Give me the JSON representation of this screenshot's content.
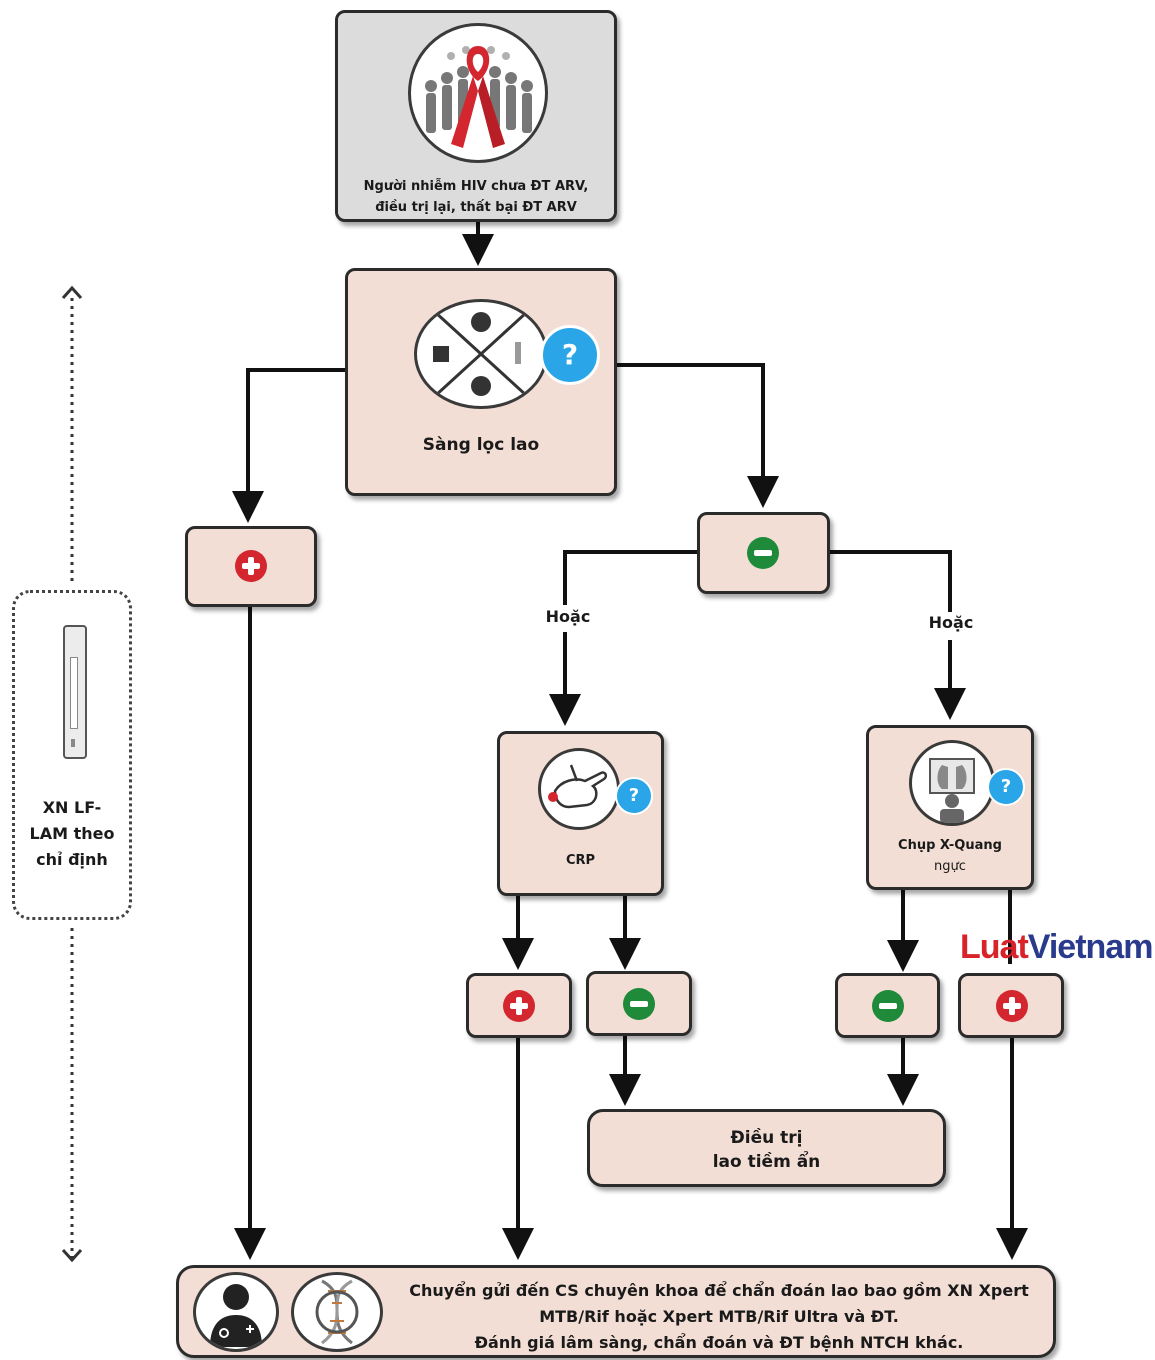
{
  "start_box": {
    "line1": "Người nhiễm HIV chưa ĐT ARV,",
    "line2": "điều trị lại,  thất bại ĐT ARV"
  },
  "screening": {
    "label": "Sàng lọc lao",
    "question": "?"
  },
  "or_label_left": "Hoặc",
  "or_label_right": "Hoặc",
  "crp": {
    "label": "CRP",
    "question": "?"
  },
  "xray": {
    "line1": "Chụp X-Quang",
    "line2": "ngực",
    "question": "?"
  },
  "latent_tb": {
    "line1": "Điều trị",
    "line2": "lao tiềm ẩn"
  },
  "referral": {
    "line1": "Chuyển gửi đến CS chuyên khoa để chẩn đoán lao bao gồm XN Xpert",
    "line2": "MTB/Rif hoặc Xpert MTB/Rif Ultra và ĐT.",
    "line3": "Đánh giá lâm sàng, chẩn đoán và ĐT bệnh NTCH khác."
  },
  "side_test": {
    "line1": "XN LF-",
    "line2": "LAM theo",
    "line3": "chỉ định"
  },
  "watermark": {
    "part1": "Luat",
    "part2": "Vietnam"
  },
  "colors": {
    "box_fill": "#f3ded5",
    "start_fill": "#dcdcdc",
    "positive": "#d3262f",
    "negative": "#1e8a3a",
    "question": "#2aa6e8",
    "watermark_red": "#d8232a",
    "watermark_blue": "#2a3a8c"
  },
  "icons": [
    "hiv-ribbon-crowd-icon",
    "screening-symptoms-icon",
    "finger-prick-icon",
    "chest-xray-icon",
    "doctor-icon",
    "dna-icon",
    "lf-lam-test-strip-icon"
  ]
}
